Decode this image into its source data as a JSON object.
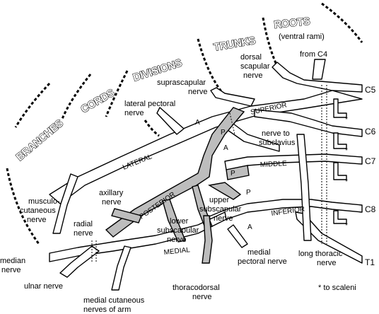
{
  "headers": {
    "branches": "BRANCHES",
    "cords": "CORDS",
    "divisions": "DIVISIONS",
    "trunks": "TRUNKS",
    "roots": "ROOTS",
    "roots_sub": "(ventral rami)"
  },
  "roots": {
    "c5": "C5",
    "c6": "C6",
    "c7": "C7",
    "c8": "C8",
    "t1": "T1",
    "from_c4": "from C4"
  },
  "trunks": {
    "superior": "SUPERIOR",
    "middle": "MIDDLE",
    "inferior": "INFERIOR"
  },
  "cords": {
    "lateral": "LATERAL",
    "posterior": "POSTERIOR",
    "medial": "MEDIAL"
  },
  "divisions": {
    "anterior": "A",
    "posterior": "P"
  },
  "labels": {
    "dorsal_scapular": [
      "dorsal",
      "scapular",
      "nerve"
    ],
    "suprascapular": [
      "suprascapular",
      "nerve"
    ],
    "lateral_pectoral": [
      "lateral pectoral",
      "nerve"
    ],
    "nerve_to_subclavius": [
      "nerve to",
      "subclavius"
    ],
    "musculocutaneous": [
      "musculo-",
      "cutaneous",
      "nerve"
    ],
    "axillary": [
      "axillary",
      "nerve"
    ],
    "radial": [
      "radial",
      "nerve"
    ],
    "lower_subscapular": [
      "lower",
      "subscapular",
      "nerve"
    ],
    "upper_subscapular": [
      "upper",
      "subscapular",
      "nerve"
    ],
    "median": [
      "median",
      "nerve"
    ],
    "ulnar": "ulnar nerve",
    "medial_cutaneous": [
      "medial cutaneous",
      "nerves of arm"
    ],
    "thoracodorsal": [
      "thoracodorsal",
      "nerve"
    ],
    "medial_pectoral": [
      "medial",
      "pectoral nerve"
    ],
    "long_thoracic": [
      "long thoracic",
      "nerve"
    ],
    "scaleni_note": "* to scaleni"
  }
}
